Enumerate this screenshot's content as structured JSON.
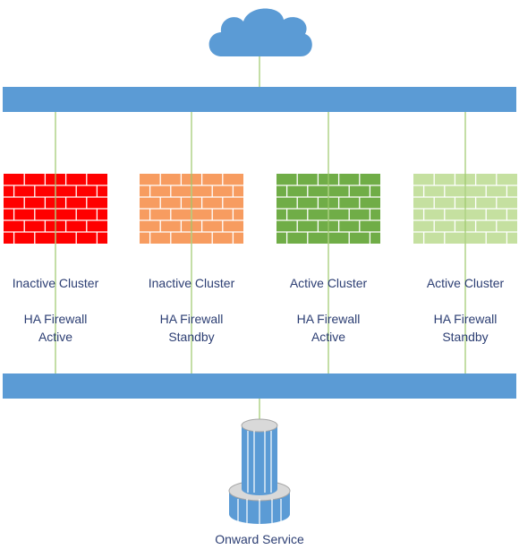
{
  "network": {
    "cloud": {
      "icon": "cloud-icon",
      "color": "#5b9bd5"
    },
    "bus_color": "#5b9bd5",
    "link_color": "#9dc96a"
  },
  "clusters": [
    {
      "cluster_label": "Inactive Cluster",
      "role_line1": "HA Firewall",
      "role_line2": "Active",
      "icon": "firewall-icon",
      "fill": "#ff0000",
      "mortar": "#ffffff"
    },
    {
      "cluster_label": "Inactive Cluster",
      "role_line1": "HA Firewall",
      "role_line2": "Standby",
      "icon": "firewall-icon",
      "fill": "#f79c60",
      "mortar": "#ffffff"
    },
    {
      "cluster_label": "Active Cluster",
      "role_line1": "HA Firewall",
      "role_line2": "Active",
      "icon": "firewall-icon",
      "fill": "#70ad47",
      "mortar": "#ffffff"
    },
    {
      "cluster_label": "Active Cluster",
      "role_line1": "HA Firewall",
      "role_line2": "Standby",
      "icon": "firewall-icon",
      "fill": "#c5e0a0",
      "mortar": "#ffffff"
    }
  ],
  "service": {
    "label": "Onward Service",
    "icon": "database-server-icon",
    "color": "#5b9bd5"
  }
}
